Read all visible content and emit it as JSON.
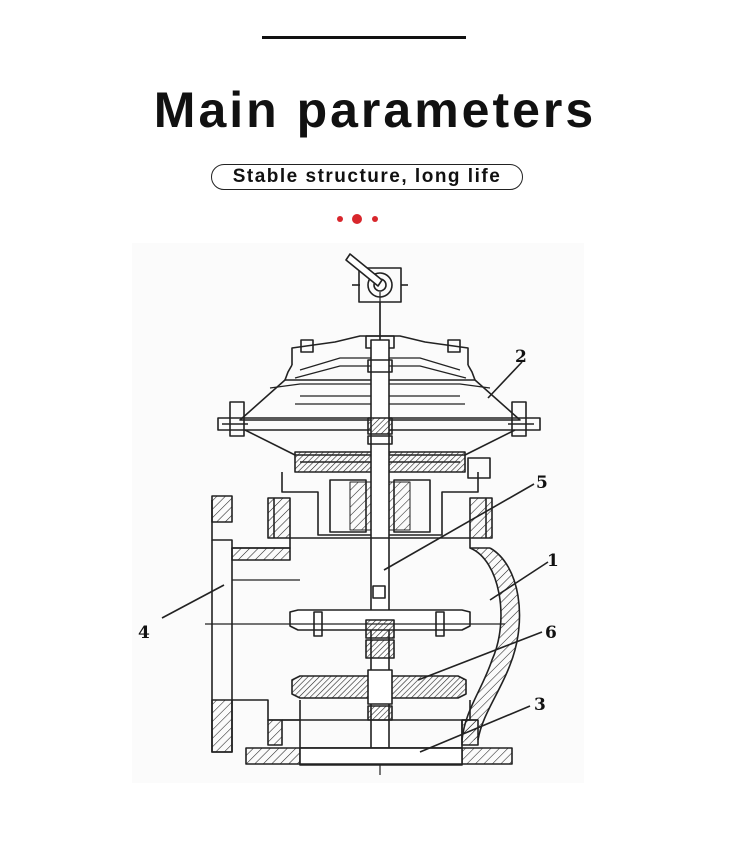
{
  "header": {
    "title": "Main parameters",
    "subtitle": "Stable structure, long life"
  },
  "colors": {
    "accent_dots": "#d8262c",
    "ink": "#111111"
  },
  "diagram": {
    "callouts": [
      {
        "id": "callout-1",
        "label": "1"
      },
      {
        "id": "callout-2",
        "label": "2"
      },
      {
        "id": "callout-3",
        "label": "3"
      },
      {
        "id": "callout-4",
        "label": "4"
      },
      {
        "id": "callout-5",
        "label": "5"
      },
      {
        "id": "callout-6",
        "label": "6"
      }
    ]
  }
}
